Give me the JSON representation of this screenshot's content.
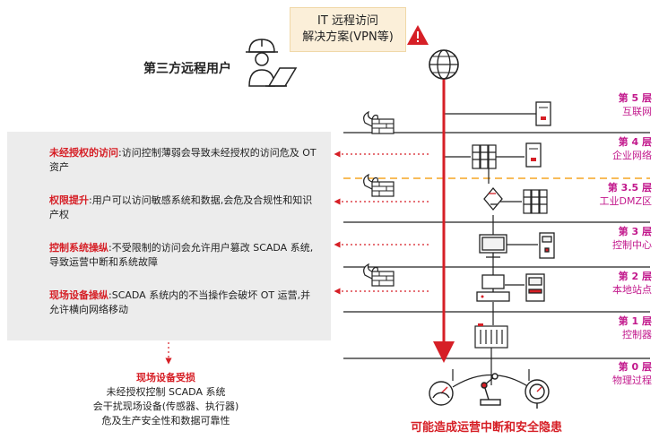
{
  "top_box": {
    "line1": "IT 远程访问",
    "line2": "解决方案(VPN等)"
  },
  "remote_user_label": "第三方远程用户",
  "risks": [
    {
      "title": "未经授权的访问",
      "sep": ":",
      "text": "访问控制薄弱会导致未经授权的访问危及 OT 资产"
    },
    {
      "title": "权限提升",
      "sep": ":",
      "text": "用户可以访问敏感系统和数据,会危及合规性和知识产权"
    },
    {
      "title": "控制系统操纵",
      "sep": ":",
      "text": "不受限制的访问会允许用户篡改 SCADA 系统,导致运营中断和系统故障"
    },
    {
      "title": "现场设备操纵",
      "sep": ":",
      "text": "SCADA 系统内的不当操作会破坏 OT 运营,并允许横向网络移动"
    }
  ],
  "impact": {
    "title": "现场设备受损",
    "lines": [
      "未经授权控制 SCADA 系统",
      "会干扰现场设备(传感器、执行器)",
      "危及生产安全性和数据可靠性"
    ]
  },
  "layers": [
    {
      "num": "第 5 层",
      "name": "互联网"
    },
    {
      "num": "第 4 层",
      "name": "企业网络"
    },
    {
      "num": "第 3.5 层",
      "name": "工业DMZ区"
    },
    {
      "num": "第 3 层",
      "name": "控制中心"
    },
    {
      "num": "第 2 层",
      "name": "本地站点"
    },
    {
      "num": "第 1 层",
      "name": "控制器"
    },
    {
      "num": "第 0 层",
      "name": "物理过程"
    }
  ],
  "bottom_caption": "可能造成运营中断和安全隐患",
  "colors": {
    "accent_red": "#d61f26",
    "layer_magenta": "#c2188c",
    "dmz_orange": "#f5a623",
    "panel_gray": "#ececec"
  },
  "icons": [
    "warning-icon",
    "globe-icon",
    "worker-laptop-icon",
    "firewall-icon",
    "server-icon",
    "monitor-icon",
    "gauge-icon",
    "robot-arm-icon"
  ]
}
